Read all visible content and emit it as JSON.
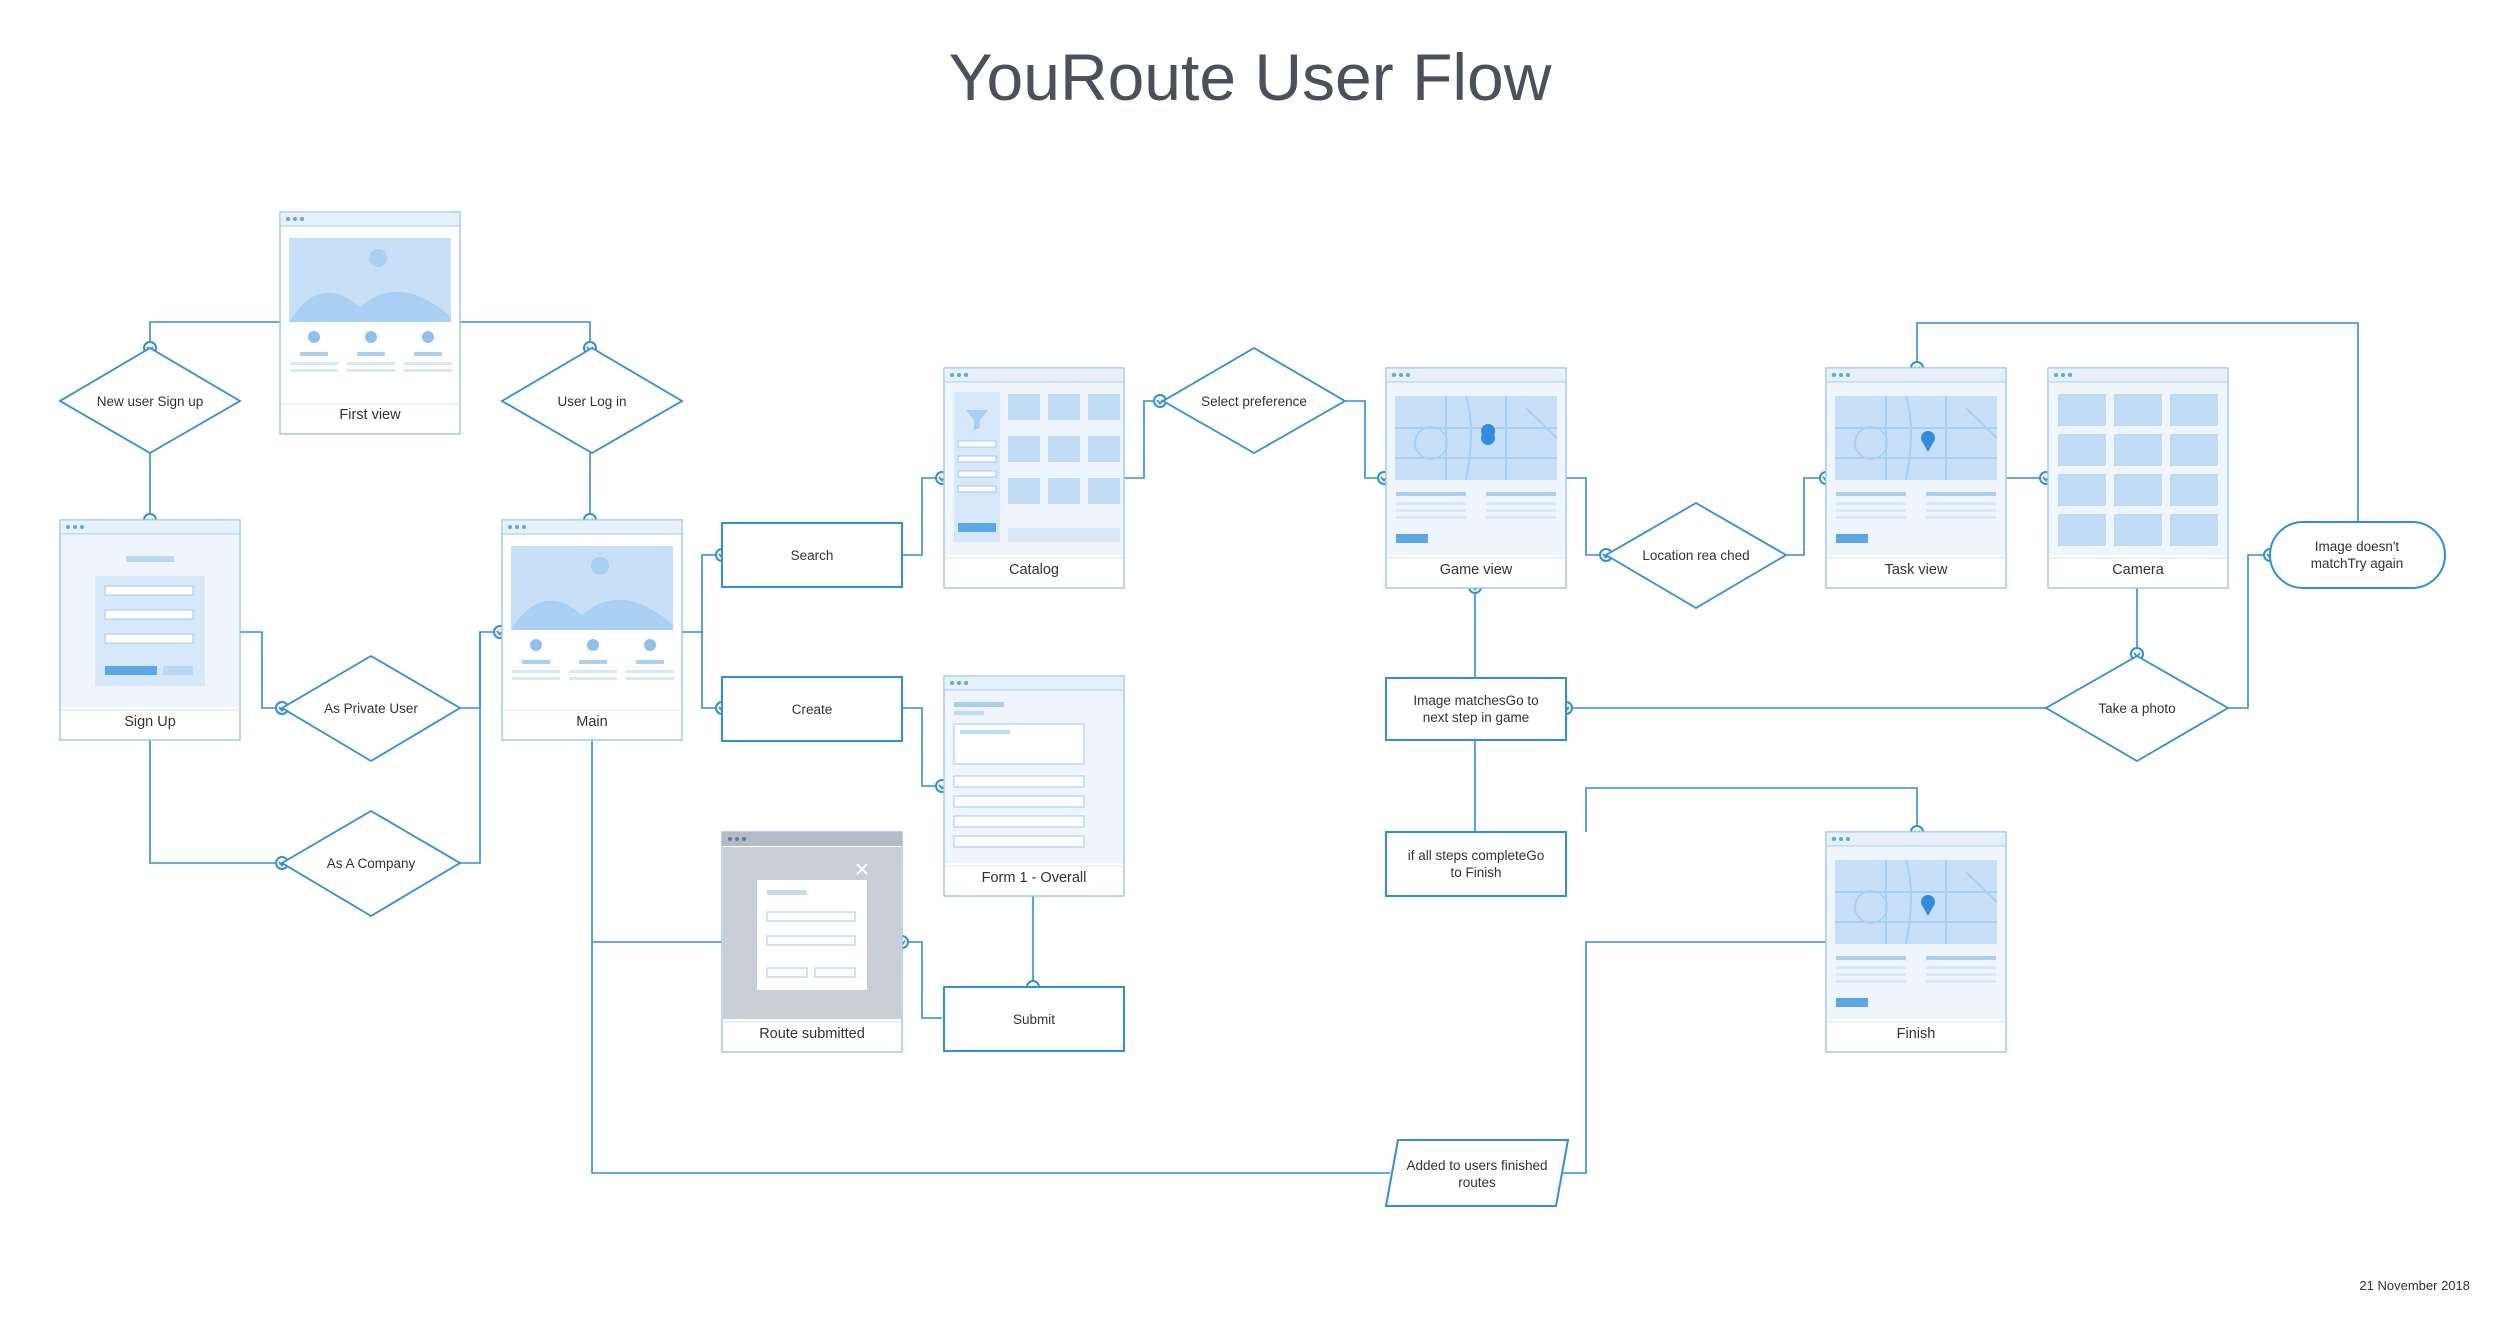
{
  "title": "YouRoute User Flow",
  "date": "21 November 2018",
  "screens": {
    "first_view": "First view",
    "sign_up": "Sign Up",
    "main": "Main",
    "catalog": "Catalog",
    "form_overall": "Form 1 - Overall",
    "route_submitted": "Route submitted",
    "game_view": "Game view",
    "task_view": "Task view",
    "camera": "Camera",
    "finish": "Finish"
  },
  "decisions": {
    "new_user_sign_up": "New user Sign up",
    "user_log_in": "User Log in",
    "as_private_user": "As Private User",
    "as_a_company": "As A Company",
    "select_preference": "Select preference",
    "location_reached": "Location rea ched",
    "take_a_photo": "Take a photo"
  },
  "actions": {
    "search": "Search",
    "create": "Create",
    "submit": "Submit",
    "image_matches_1": "Image matchesGo to",
    "image_matches_2": "next step in game",
    "all_steps_1": "if all steps completeGo",
    "all_steps_2": "to Finish"
  },
  "terminal": {
    "image_doesnt_1": "Image doesn't",
    "image_doesnt_2": "matchTry again"
  },
  "data_node": {
    "added_1": "Added to users finished",
    "added_2": "routes"
  },
  "colors": {
    "line": "#2f8ee2",
    "frame": "#9ccaf2",
    "wire_fill": "#eef5fd",
    "wire_block": "#c3dcf6",
    "box_stroke": "#2f8ee2"
  }
}
